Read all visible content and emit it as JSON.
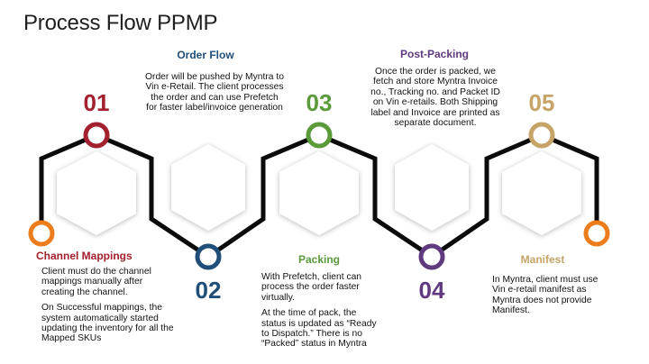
{
  "title": "Process Flow PPMP",
  "colors": {
    "step1": "#a3202e",
    "step2": "#1f4e79",
    "step3": "#5a9a3a",
    "step4": "#5f3a7e",
    "step5": "#c6a467",
    "edge": "#ec7c1c",
    "line": "#0b0b0b"
  },
  "steps": [
    {
      "number": "01",
      "title": "Channel Mappings",
      "desc": [
        "Client must do the channel mappings manually after creating the channel.",
        "On Successful mappings, the system automatically started updating the inventory for all the Mapped SKUs"
      ]
    },
    {
      "number": "02",
      "title": "Order Flow",
      "desc": [
        "Order will be pushed by Myntra to Vin e-Retail. The client processes the order and can use Prefetch for faster label/invoice generation"
      ]
    },
    {
      "number": "03",
      "title": "Packing",
      "desc": [
        "With Prefetch, client can process the order faster virtually.",
        "At the time of pack, the status is updated as “Ready to Dispatch.” There is no “Packed” status in Myntra"
      ]
    },
    {
      "number": "04",
      "title": "Post-Packing",
      "desc": [
        "Once the order is packed, we fetch and store Myntra Invoice no., Tracking no. and Packet ID on Vin e-retails. Both Shipping label and Invoice are printed as separate document."
      ]
    },
    {
      "number": "05",
      "title": "Manifest",
      "desc": [
        "In Myntra, client must use Vin e-retail manifest as Myntra  does not provide Manifest."
      ]
    }
  ]
}
